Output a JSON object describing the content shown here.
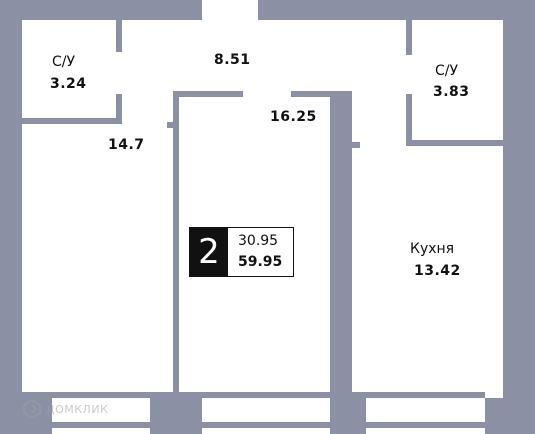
{
  "plan": {
    "wall_color": "#8b90a4",
    "rooms": [
      {
        "id": "bath-1",
        "name": "С/У",
        "area": "3.24"
      },
      {
        "id": "hall",
        "name": "",
        "area": "8.51"
      },
      {
        "id": "bath-2",
        "name": "С/У",
        "area": "3.83"
      },
      {
        "id": "room-1",
        "name": "",
        "area": "14.7"
      },
      {
        "id": "room-2",
        "name": "",
        "area": "16.25"
      },
      {
        "id": "kitchen",
        "name": "Кухня",
        "area": "13.42"
      }
    ]
  },
  "badge": {
    "rooms": "2",
    "living_area": "30.95",
    "total_area": "59.95"
  },
  "watermark": {
    "text": "ДОМКЛИК",
    "icon": "domclick-logo-icon"
  }
}
